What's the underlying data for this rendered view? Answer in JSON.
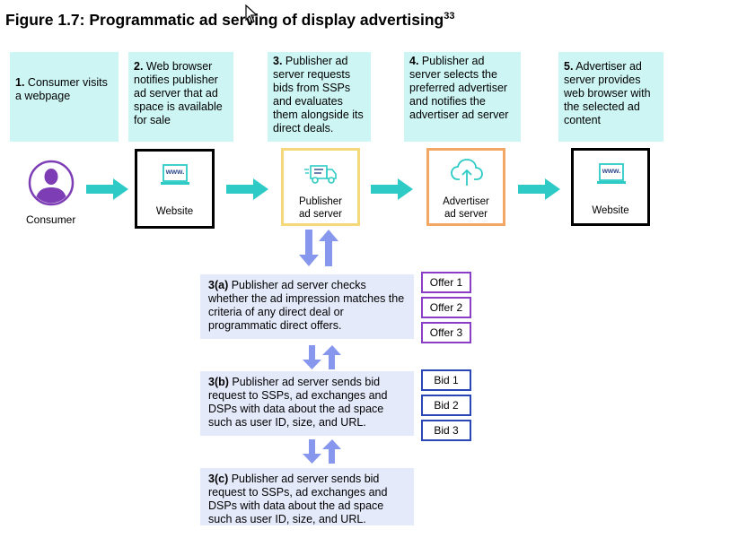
{
  "title": "Figure 1.7: Programmatic ad serving of display advertising",
  "title_sup": "33",
  "steps": [
    {
      "num": "1.",
      "text": " Consumer visits a webpage"
    },
    {
      "num": "2.",
      "text": " Web browser notifies publisher ad server that ad space is available for sale"
    },
    {
      "num": "3.",
      "text": " Publisher ad server requests bids from SSPs and evaluates them alongside its direct deals."
    },
    {
      "num": "4.",
      "text": " Publisher ad server selects the preferred advertiser and notifies the advertiser ad server"
    },
    {
      "num": "5.",
      "text": " Advertiser ad server provides web browser with the selected ad content"
    }
  ],
  "nodes": {
    "consumer": "Consumer",
    "website1": "Website",
    "publisher": "Publisher ad server",
    "advertiser": "Advertiser ad server",
    "website2": "Website",
    "www": "www."
  },
  "substeps": [
    {
      "num": "3(a)",
      "text": " Publisher ad server checks whether the ad impression matches the criteria of any direct deal or programmatic direct offers."
    },
    {
      "num": "3(b)",
      "text": " Publisher ad server sends bid request to SSPs, ad exchanges and DSPs with data about the ad space such as user ID, size, and URL."
    },
    {
      "num": "3(c)",
      "text": " Publisher ad server sends bid request to SSPs, ad exchanges and DSPs with data about the ad space such as user ID, size, and URL."
    }
  ],
  "offers": [
    "Offer 1",
    "Offer 2",
    "Offer 3"
  ],
  "bids": [
    "Bid 1",
    "Bid 2",
    "Bid 3"
  ],
  "colors": {
    "step_bg": "#cdf5f4",
    "teal_arrow": "#2ecbc6",
    "sub_bg": "#e5eafa",
    "blue_arrow": "#8797ee",
    "publisher_border": "#f5d87a",
    "advertiser_border": "#f2a765",
    "offer_border": "#8a3ec6",
    "bid_border": "#2a46b6"
  }
}
